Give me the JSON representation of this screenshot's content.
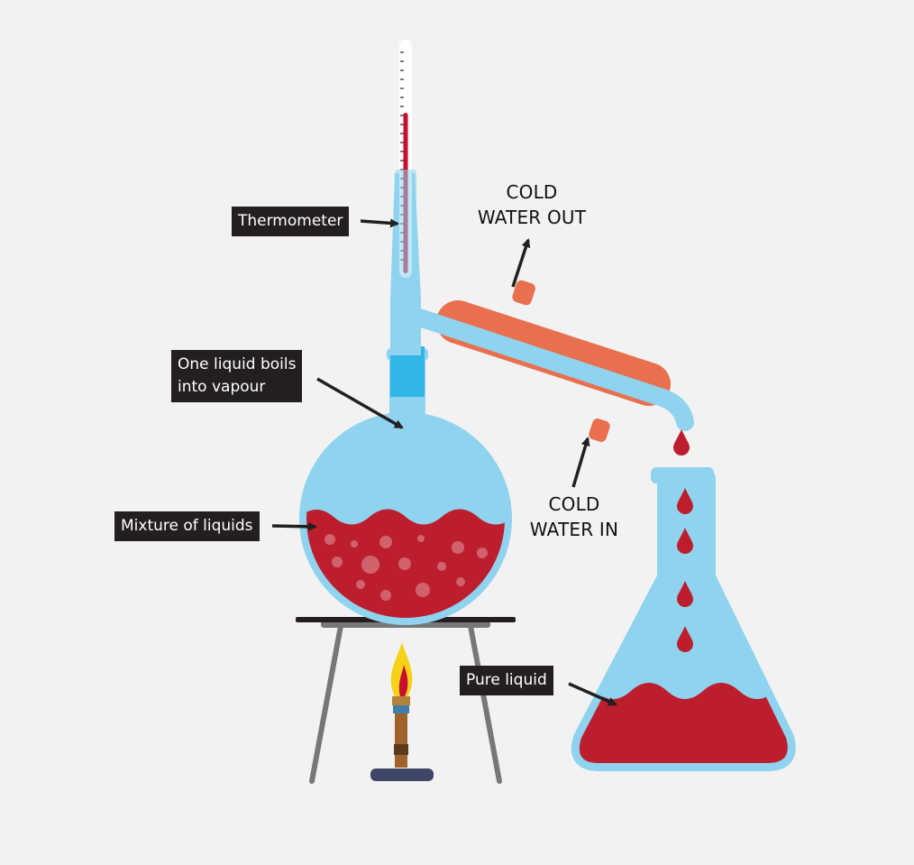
{
  "labels": {
    "thermometer": "Thermometer",
    "boils": "One liquid boils\ninto vapour",
    "mixture": "Mixture of liquids",
    "pure": "Pure liquid",
    "cold_out": "COLD\nWATER OUT",
    "cold_in": "COLD\nWATER IN"
  },
  "colors": {
    "background": "#f2f2f2",
    "glass": "#8fd3ef",
    "liquid": "#bd1e2d",
    "condenser_jacket": "#e8704f",
    "label_background": "#231f20",
    "stand": "#777777",
    "flame_yellow": "#f5d11a",
    "flame_red": "#c8102e",
    "burner_brown": "#a0622d",
    "burner_base": "#3e4565"
  }
}
